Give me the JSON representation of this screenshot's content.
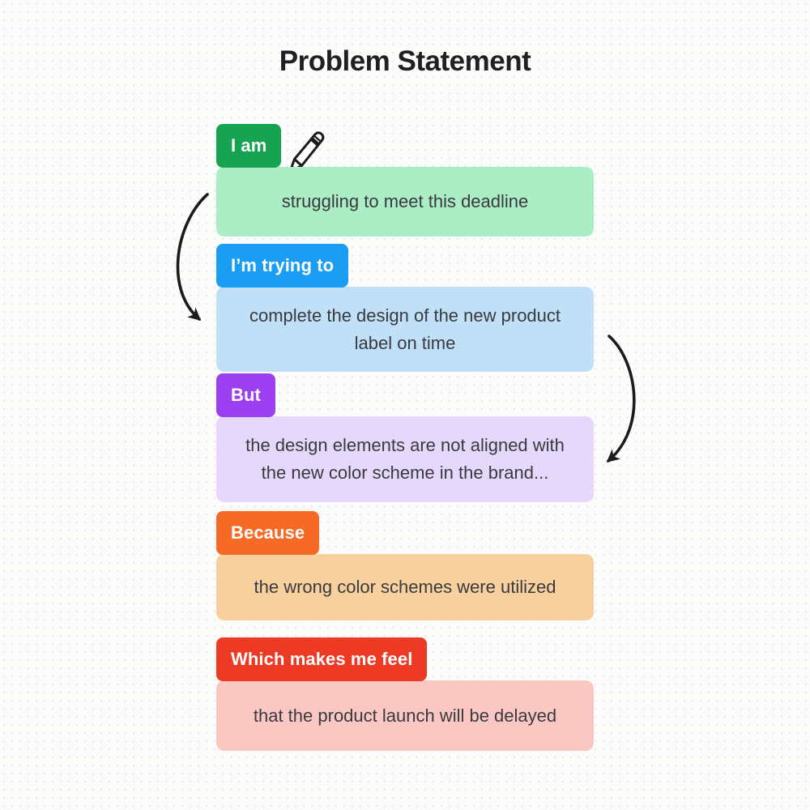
{
  "title": "Problem Statement",
  "sections": [
    {
      "id": "i-am",
      "label": "I am",
      "text": "struggling to meet this deadline",
      "label_bg": "#17A452",
      "box_bg": "#ABEDC5"
    },
    {
      "id": "im-trying-to",
      "label": "I’m trying to",
      "text": "complete the design of the new product label on time",
      "label_bg": "#1B9DF3",
      "box_bg": "#C0E0F8"
    },
    {
      "id": "but",
      "label": "But",
      "text": "the design elements are not aligned with the new color scheme in the brand...",
      "label_bg": "#9C3FF0",
      "box_bg": "#E6D8FB"
    },
    {
      "id": "because",
      "label": "Because",
      "text": "the wrong color schemes were utilized",
      "label_bg": "#F76A26",
      "box_bg": "#F8D09E"
    },
    {
      "id": "which-makes-me-feel",
      "label": "Which makes me feel",
      "text": "that the product launch will be delayed",
      "label_bg": "#EC3A25",
      "box_bg": "#FBC7C3"
    }
  ],
  "icons": {
    "pencil": "pencil-icon",
    "left_arrow": "curved-arrow-down-icon",
    "right_arrow": "curved-arrow-down-icon"
  },
  "colors": {
    "page_bg": "#FCFCFA",
    "dot_grid": "#E7E7EF",
    "title_text": "#1F2023",
    "box_text": "#393A3E",
    "label_text": "#FFFFFF",
    "ink": "#1B1B1B"
  }
}
